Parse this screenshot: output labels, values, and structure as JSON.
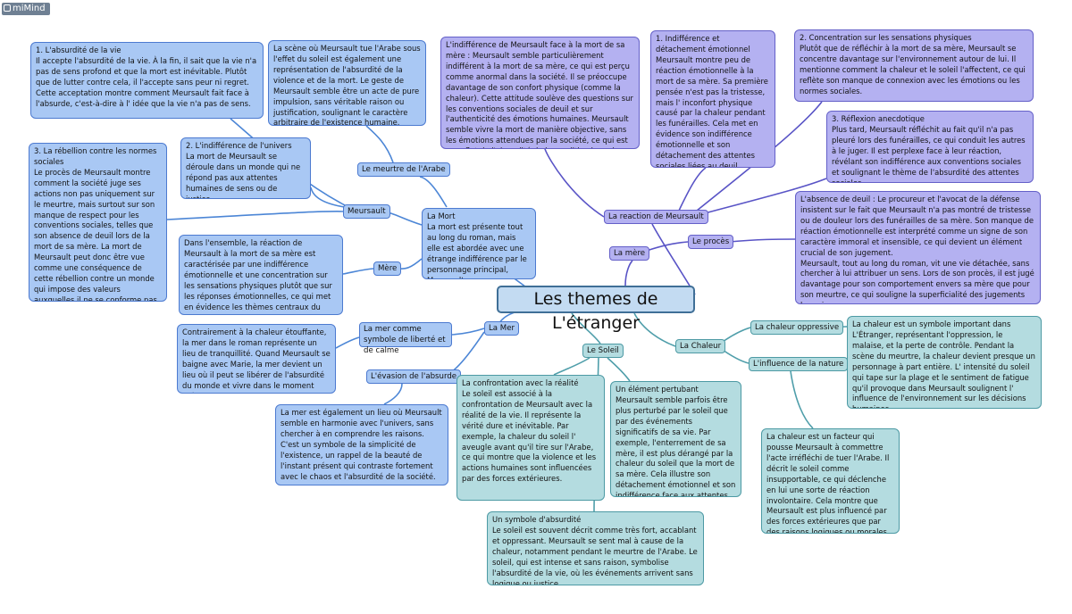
{
  "app": {
    "name": "miMind"
  },
  "central": "Les themes de L'étranger",
  "colors": {
    "blue": "#a9c8f4",
    "violet": "#b4b1f1",
    "teal": "#b4dce0",
    "link_blue": "#4c86d6",
    "link_violet": "#5954c6",
    "link_teal": "#4f9eaa"
  },
  "tags": {
    "meurtre_arabe": "Le meurtre de l'Arabe",
    "meursault": "Meursault",
    "mere_left": "Mère",
    "mer_symbole": "La mer comme symbole de liberté et de calme",
    "evasion": "L'évasion de l'absurde",
    "la_mer": "La Mer",
    "le_soleil": "Le Soleil",
    "reaction": "La reaction de Meursault",
    "la_mere": "La mère",
    "proces": "Le procès",
    "chaleur": "La Chaleur",
    "chaleur_oppressive": "La chaleur oppressive",
    "influence_nature": "L'influence de la nature"
  },
  "nodes": {
    "absurdite_vie": {
      "title": "1. L'absurdité de la vie",
      "body": "Il accepte l'absurdité de la vie. À la fin, il sait que la vie n'a pas de sens profond et que la mort est inévitable. Plutôt que de lutter contre cela, il l'accepte sans peur ni regret. Cette acceptation montre comment Meursault fait face à l'absurde, c'est-à-dire à l' idée que la vie n'a pas de sens."
    },
    "scene_meurtre": {
      "body": "La scène où Meursault tue l'Arabe sous l'effet du soleil est également une représentation de l'absurdité de la violence et de la mort. Le geste de Meursault semble être un acte de pure impulsion, sans véritable raison ou justification, soulignant le caractère arbitraire de l'existence humaine."
    },
    "indifference_mort": {
      "body": "L'indifférence de Meursault face à la mort de sa mère : Meursault semble particulièrement indifférent à la mort de sa mère, ce qui est perçu comme anormal dans la société. Il se préoccupe davantage de son confort physique (comme la chaleur). Cette attitude soulève des questions sur les conventions sociales de deuil et sur l'authenticité des émotions humaines. Meursault semble vivre la mort de manière objective, sans les émotions attendues par la société, ce qui est un reflet de l'absurdité de la condition humaine."
    },
    "indifference_detachement": {
      "title": "1. Indifférence et détachement émotionnel",
      "body": "Meursault montre peu de réaction émotionnelle à la mort de sa mère. Sa première pensée n'est pas la tristesse, mais l' inconfort physique causé par la chaleur pendant les funérailles. Cela met en évidence son indifférence émotionnelle et son détachement des attentes sociales liées au deuil."
    },
    "concentration": {
      "title": "2. Concentration sur les sensations physiques",
      "body": "Plutôt que de réfléchir à la mort de sa mère, Meursault se concentre davantage sur l'environnement autour de lui. Il mentionne comment la chaleur et le soleil l'affectent, ce qui reflète son manque de connexion avec les émotions ou les normes sociales."
    },
    "reflexion": {
      "title": "3. Réflexion anecdotique",
      "body": "Plus tard, Meursault réfléchit au fait qu'il n'a pas pleuré lors des funérailles, ce qui conduit les autres à le juger. Il est perplexe face à leur réaction, révélant son indifférence aux conventions sociales et soulignant le thème de l'absurdité des attentes sociales."
    },
    "indifference_univers": {
      "title": "2. L'indifférence de l'univers",
      "body": "La mort de Meursault se déroule dans un monde qui ne répond pas aux attentes humaines de sens ou de justice."
    },
    "rebellion": {
      "title": "3. La rébellion contre les normes sociales",
      "body": "Le procès de Meursault montre comment la société juge ses actions non pas uniquement sur le meurtre, mais surtout sur son manque de respect pour les conventions sociales, telles que son absence de deuil lors de la mort de sa mère. La mort de Meursault peut donc être vue comme une conséquence de cette rébellion contre un monde qui impose des valeurs auxquelles il ne se conforme pas."
    },
    "la_mort": {
      "title": "La Mort",
      "body": "La mort est présente tout au long du roman, mais elle est abordée avec une étrange indifférence par le personnage principal, Meursault."
    },
    "ensemble": {
      "body": "Dans l'ensemble, la réaction de Meursault à la mort de sa mère est caractérisée par une indifférence émotionnelle et une concentration sur les sensations physiques plutôt que sur les réponses émotionnelles, ce qui met en évidence les thèmes centraux du roman."
    },
    "absence_deuil": {
      "body": "L'absence de deuil : Le procureur et l'avocat de la défense insistent sur le fait que Meursault n'a pas montré de tristesse ou de douleur lors des funérailles de sa mère. Son manque de réaction émotionnelle est interprété comme un signe de son caractère immoral et insensible, ce qui devient un élément crucial de son jugement.\nMeursault, tout au long du roman, vit une vie détachée, sans chercher à lui attribuer un sens. Lors de son procès, il est jugé davantage pour son comportement envers sa mère que pour son meurtre, ce qui souligne la superficialité des jugements humains."
    },
    "contrairement": {
      "body": "Contrairement à la chaleur étouffante, la mer dans le roman représente un lieu de tranquillité. Quand Meursault se baigne avec Marie, la mer devient un lieu où il peut se libérer de l'absurdité du monde et vivre dans le moment présent."
    },
    "chaleur_symbole": {
      "body": "La chaleur est un symbole important dans L'Étranger, représentant l'oppression, le malaise, et la perte de contrôle. Pendant la scène du meurtre, la chaleur devient presque un personnage à part entière. L' intensité du soleil qui tape sur la plage et le sentiment de fatigue qu'il provoque dans Meursault soulignent l' influence de l'environnement sur les décisions humaines."
    },
    "mer_harmonie": {
      "body": "La mer est également un lieu où Meursault semble en harmonie avec l'univers, sans chercher à en comprendre les raisons.\nC'est un symbole de la simplicité de l'existence, un rappel de la beauté de l'instant présent qui contraste fortement avec le chaos et l'absurdité de la société."
    },
    "confrontation": {
      "title": "La confrontation avec la réalité",
      "body": "Le soleil est associé à la confrontation de Meursault avec la réalité de la vie. Il représente la vérité dure et inévitable. Par exemple, la chaleur du soleil l' aveugle avant qu'il tire sur l'Arabe, ce qui montre que la violence et les actions humaines sont influencées par des forces extérieures."
    },
    "perturbant": {
      "title": "Un élément pertubant",
      "body": "Meursault semble parfois être plus perturbé par le soleil que par des événements significatifs de sa vie. Par exemple, l'enterrement de sa mère, il est plus dérangé par la chaleur du soleil que la mort de sa mère. Cela illustre son détachement émotionnel et son indifférence face aux attentes sociales."
    },
    "facteur": {
      "body": "La chaleur est un facteur qui pousse Meursault à commettre l'acte irréfléchi de tuer l'Arabe. Il décrit le soleil comme insupportable, ce qui déclenche en lui une sorte de réaction involontaire. Cela montre que Meursault est plus influencé par des forces extérieures que par des raisons logiques ou morales."
    },
    "symbole_absurdite": {
      "title": "Un symbole d'absurdité",
      "body": "Le soleil est souvent décrit comme très fort, accablant et oppressant. Meursault se sent mal à cause de la chaleur, notamment pendant le meurtre de l'Arabe. Le soleil, qui est intense et sans raison, symbolise l'absurdité de la vie, où les événements arrivent sans logique ou justice."
    }
  }
}
